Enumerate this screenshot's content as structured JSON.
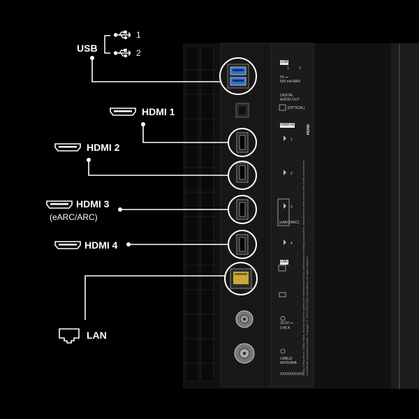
{
  "callouts": {
    "usb": {
      "label": "USB",
      "port1": "1",
      "port2": "2"
    },
    "hdmi1": {
      "label": "HDMI 1"
    },
    "hdmi2": {
      "label": "HDMI 2"
    },
    "hdmi3": {
      "label": "HDMI 3",
      "note": "(eARC/ARC)"
    },
    "hdmi4": {
      "label": "HDMI 4"
    },
    "lan": {
      "label": "LAN"
    }
  },
  "panel_print": {
    "usb": "USB",
    "usb_ports": [
      "1",
      "2"
    ],
    "usb_rating": [
      "5V ⎓",
      "500 mA MAX"
    ],
    "digital_audio": [
      "DIGITAL",
      "AUDIO OUT"
    ],
    "optical": "[OPTICAL]",
    "hdmi_in": "HDMI IN",
    "hdmi_logo": "HDMI",
    "hdmi_numbers": [
      "1",
      "2",
      "3",
      "4"
    ],
    "earc": "(eARC/ARC)",
    "lan": "LAN",
    "power": [
      "19.5V ⎓",
      "0.45 A"
    ],
    "cable_antenna": [
      "CABLE/",
      "ANTENNA"
    ],
    "model_code": "XXXXXXXXXX",
    "legal_text": "Dolby, Dolby Atmos, Dolby Vision, and the double-D symbol are trademarks of Dolby Laboratories Licensing Corporation. Manufactured under license from Dolby Laboratories. Confidential unpublished works. Copyright © 1992-2024 Dolby Laboratories. All rights reserved."
  },
  "colors": {
    "background": "#000000",
    "panel": "#141414",
    "callout_line": "#ffffff",
    "usb_blue": "#2f6fd6"
  }
}
